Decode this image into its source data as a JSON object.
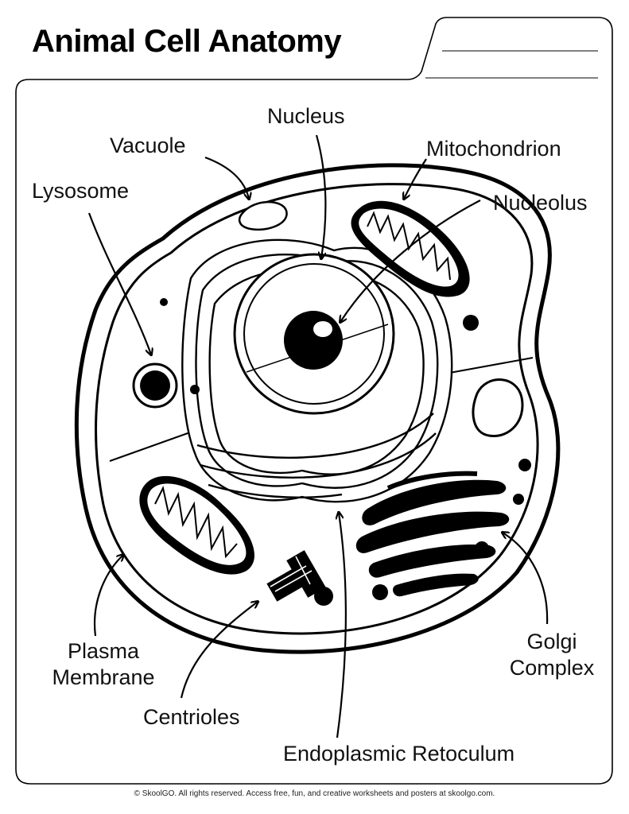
{
  "title": "Animal Cell Anatomy",
  "labels": {
    "nucleus": "Nucleus",
    "vacuole": "Vacuole",
    "mitochondrion": "Mitochondrion",
    "lysosome": "Lysosome",
    "nucleolus": "Nucleolus",
    "plasma_membrane_line1": "Plasma",
    "plasma_membrane_line2": "Membrane",
    "golgi_line1": "Golgi",
    "golgi_line2": "Complex",
    "centrioles": "Centrioles",
    "endoplasmic": "Endoplasmic Retoculum"
  },
  "footer": "© SkoolGO. All rights reserved. Access free, fun, and creative worksheets and posters at skoolgo.com.",
  "colors": {
    "ink": "#000000",
    "paper": "#ffffff"
  }
}
